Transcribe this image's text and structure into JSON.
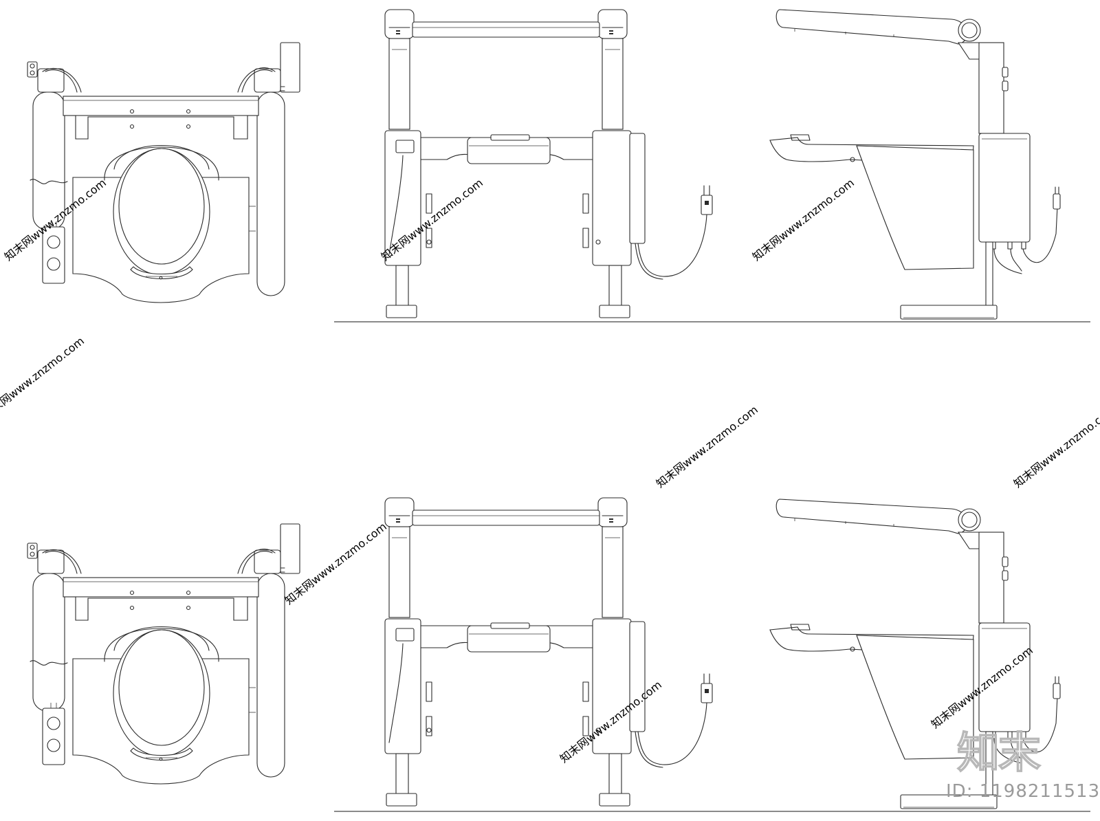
{
  "watermark": {
    "text": "知末网www.znzmo.com",
    "logo": "知末",
    "id_label": "ID: 1198211513"
  },
  "views": [
    {
      "name": "plan-view",
      "set": 1
    },
    {
      "name": "front-elevation",
      "set": 1
    },
    {
      "name": "side-elevation",
      "set": 1
    },
    {
      "name": "plan-view",
      "set": 2
    },
    {
      "name": "front-elevation",
      "set": 2
    },
    {
      "name": "side-elevation",
      "set": 2
    }
  ],
  "colors": {
    "line": "#2a2a2a",
    "watermark": "#cfcfcf",
    "background": "#ffffff"
  }
}
